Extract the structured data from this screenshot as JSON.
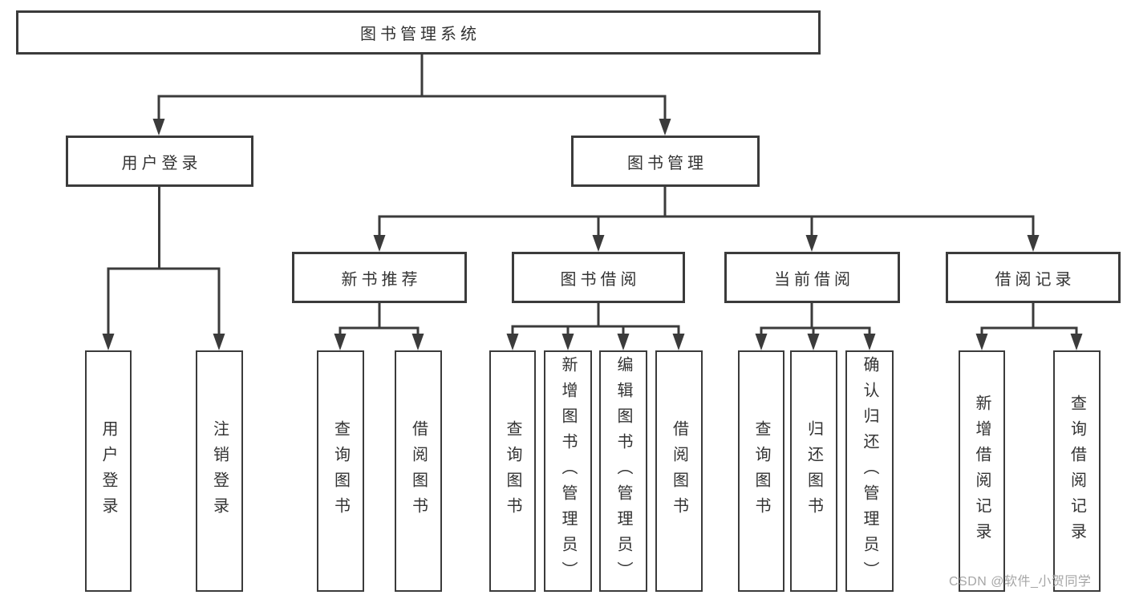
{
  "tree": {
    "label": "图书管理系统",
    "children": [
      {
        "label": "用户登录",
        "children": [
          {
            "label": "用户登录"
          },
          {
            "label": "注销登录"
          }
        ]
      },
      {
        "label": "图书管理",
        "children": [
          {
            "label": "新书推荐",
            "children": [
              {
                "label": "查询图书"
              },
              {
                "label": "借阅图书"
              }
            ]
          },
          {
            "label": "图书借阅",
            "children": [
              {
                "label": "查询图书"
              },
              {
                "label": "新增图书（管理员）"
              },
              {
                "label": "编辑图书（管理员）"
              },
              {
                "label": "借阅图书"
              }
            ]
          },
          {
            "label": "当前借阅",
            "children": [
              {
                "label": "查询图书"
              },
              {
                "label": "归还图书"
              },
              {
                "label": "确认归还（管理员）"
              }
            ]
          },
          {
            "label": "借阅记录",
            "children": [
              {
                "label": "新增借阅记录"
              },
              {
                "label": "查询借阅记录"
              }
            ]
          }
        ]
      }
    ]
  },
  "watermark": {
    "text": "CSDN @软件_小贺同学"
  },
  "colors": {
    "line": "#3b3b3b",
    "text": "#333333",
    "watermark": "#a6a6a6",
    "background": "#ffffff"
  }
}
